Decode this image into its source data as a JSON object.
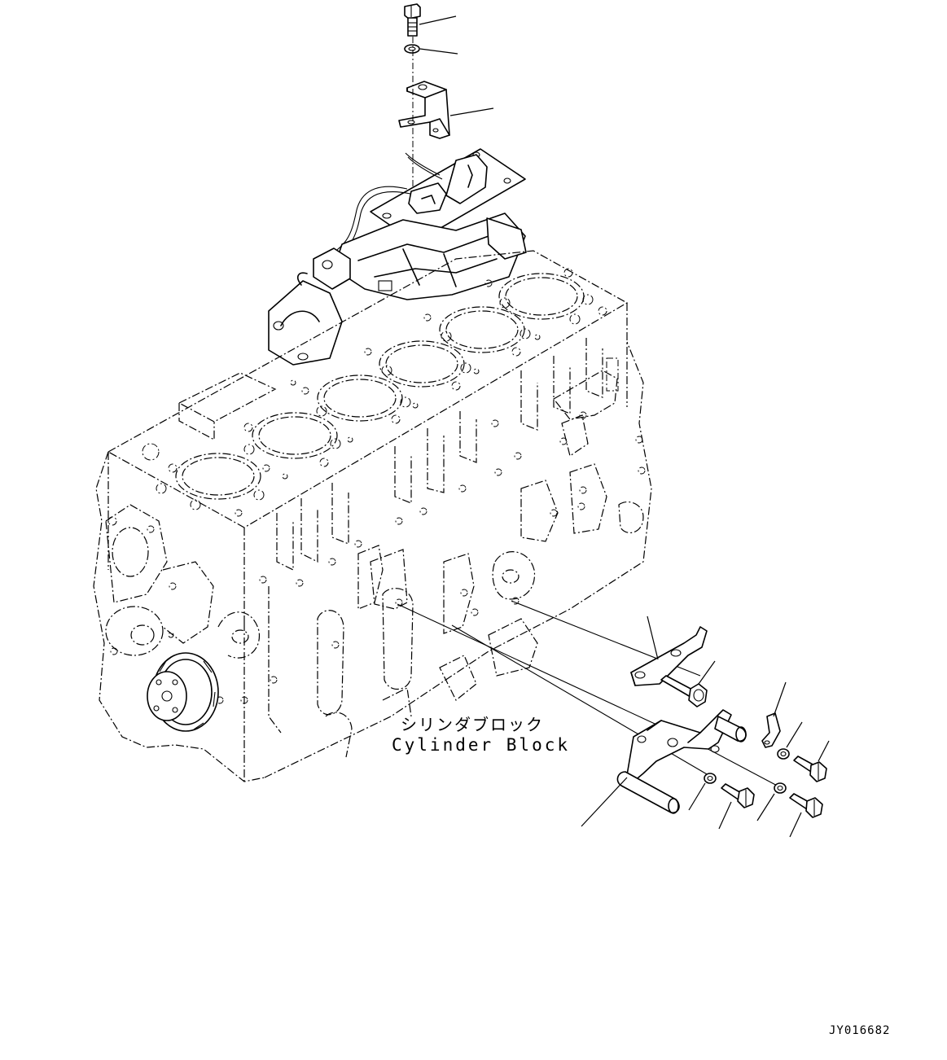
{
  "labels": {
    "block_jp": "シリンダブロック",
    "block_en": "Cylinder Block",
    "figure_code": "JY016682"
  }
}
